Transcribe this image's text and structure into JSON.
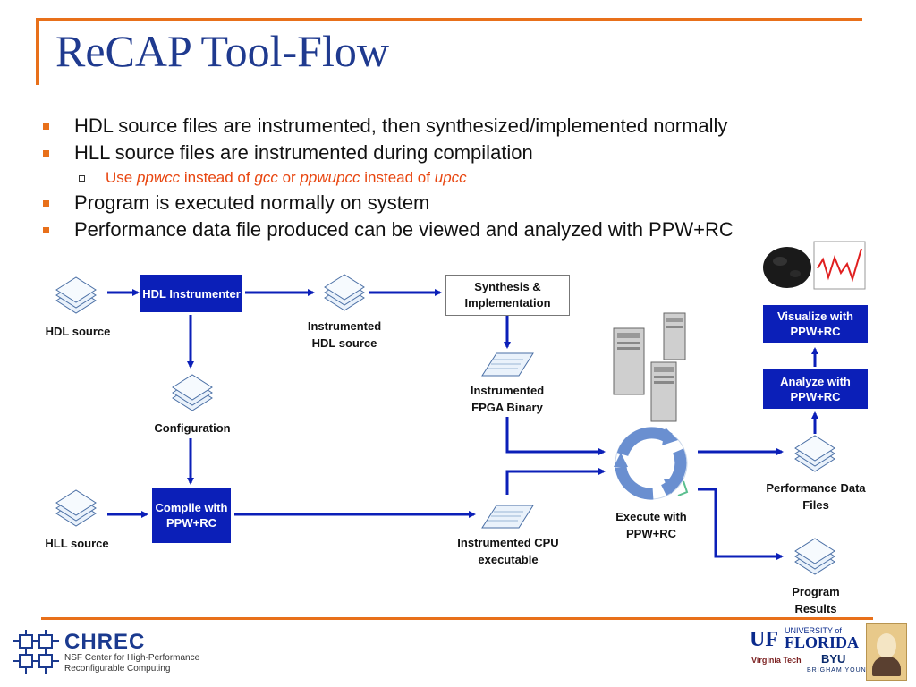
{
  "slide": {
    "title": "ReCAP Tool-Flow",
    "bullets": [
      "HDL source files are instrumented, then synthesized/implemented normally",
      "HLL source files are instrumented during compilation",
      "Program is executed normally on system",
      "Performance data file produced can be viewed and analyzed with PPW+RC"
    ],
    "sub_bullet": {
      "use": "Use",
      "ppwcc": "ppwcc",
      "instead_of_1": "instead of",
      "gcc": "gcc",
      "or": "or",
      "ppwupcc": "ppwupcc",
      "instead_of_2": "instead of",
      "upcc": "upcc"
    }
  },
  "diagram": {
    "boxes": {
      "hdl_instrumenter": "HDL Instrumenter",
      "synthesis": "Synthesis & Implementation",
      "compile": "Compile with PPW+RC",
      "visualize": "Visualize with PPW+RC",
      "analyze": "Analyze with PPW+RC"
    },
    "labels": {
      "hdl_source": "HDL source",
      "instrumented_hdl": "Instrumented HDL source",
      "configuration": "Configuration",
      "instrumented_fpga": "Instrumented FPGA Binary",
      "hll_source": "HLL source",
      "instrumented_cpu": "Instrumented CPU executable",
      "execute": "Execute with PPW+RC",
      "performance_files": "Performance Data Files",
      "program_results": "Program Results"
    }
  },
  "footer": {
    "chrec_name": "CHREC",
    "chrec_line1": "NSF Center for High-Performance",
    "chrec_line2": "Reconfigurable Computing",
    "uf_small": "UNIVERSITY of",
    "uf_big": "FLORIDA",
    "byu": "BYU",
    "byu_small": "BRIGHAM YOUNG",
    "vt": "Virginia Tech"
  },
  "colors": {
    "accent": "#e8701a",
    "title": "#1f3a8f",
    "box": "#0b1fb8",
    "arrow": "#0b1fb8",
    "sub_text": "#e8450f"
  }
}
